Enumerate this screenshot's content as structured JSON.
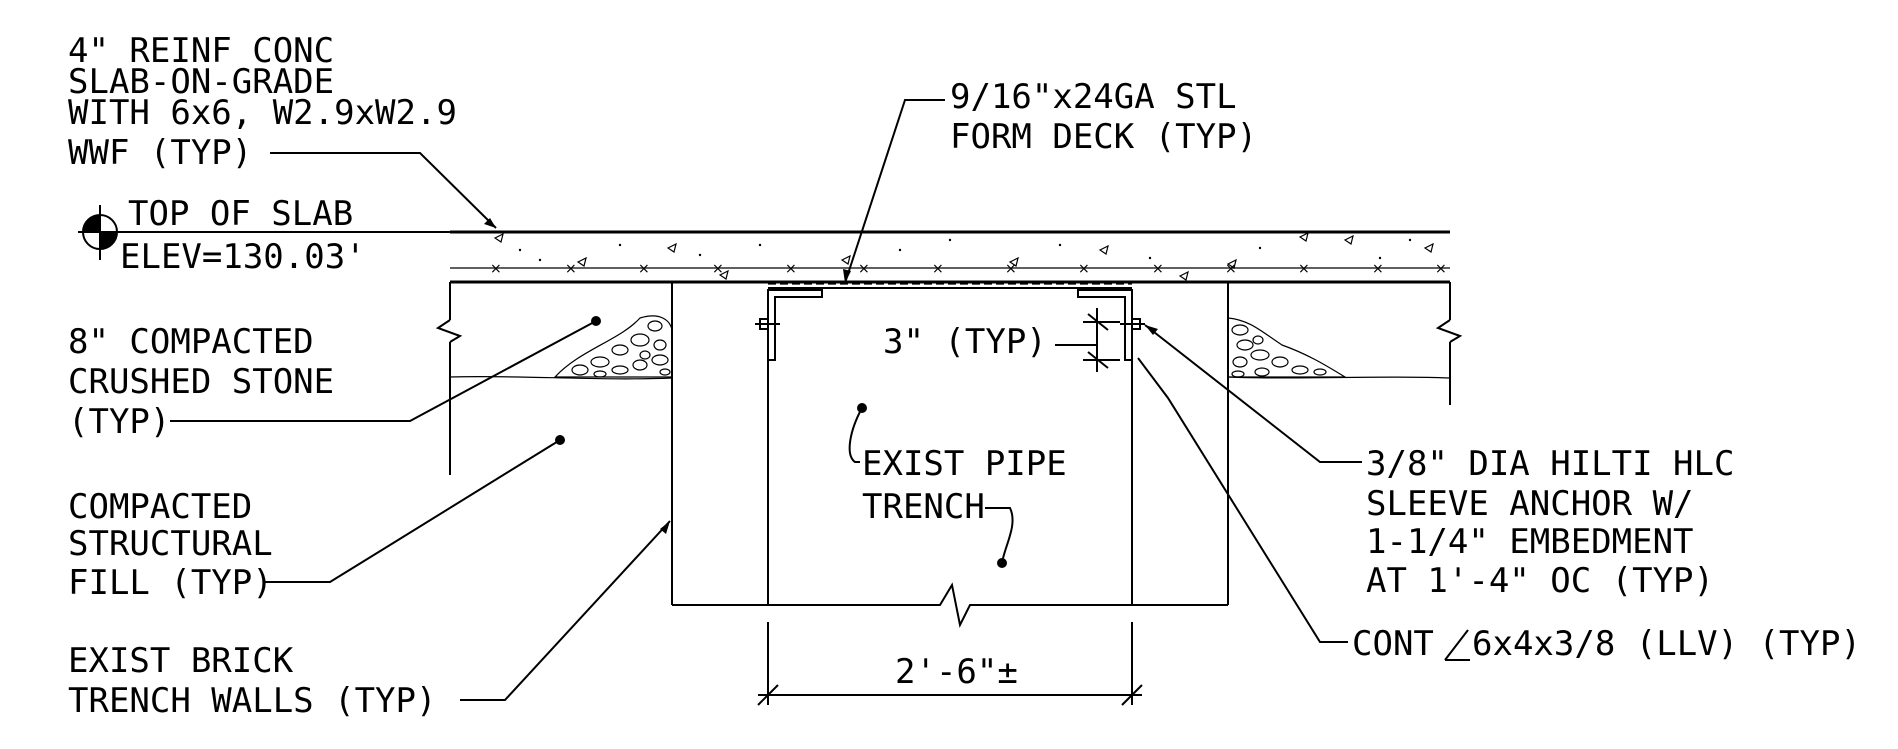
{
  "labels": {
    "slab": [
      "4\" REINF CONC",
      "SLAB-ON-GRADE",
      "WITH 6x6, W2.9xW2.9",
      "WWF (TYP)"
    ],
    "top_of_slab": [
      "TOP OF SLAB",
      "ELEV=130.03'"
    ],
    "stone": [
      "8\" COMPACTED",
      "CRUSHED STONE",
      "(TYP)"
    ],
    "fill": [
      "COMPACTED",
      "STRUCTURAL",
      "FILL (TYP)"
    ],
    "walls": [
      "EXIST BRICK",
      "TRENCH WALLS (TYP)"
    ],
    "deck": [
      "9/16\"x24GA STL",
      "FORM DECK (TYP)"
    ],
    "spacing": "3\" (TYP)",
    "trench": [
      "EXIST PIPE",
      "TRENCH"
    ],
    "anchor": [
      "3/8\" DIA HILTI HLC",
      "SLEEVE ANCHOR W/",
      "1-1/4\" EMBEDMENT",
      "AT 1'-4\" OC (TYP)"
    ],
    "angle_prefix": "CONT",
    "angle_suffix": "6x4x3/8 (LLV) (TYP)",
    "dimension": "2'-6\"±"
  }
}
